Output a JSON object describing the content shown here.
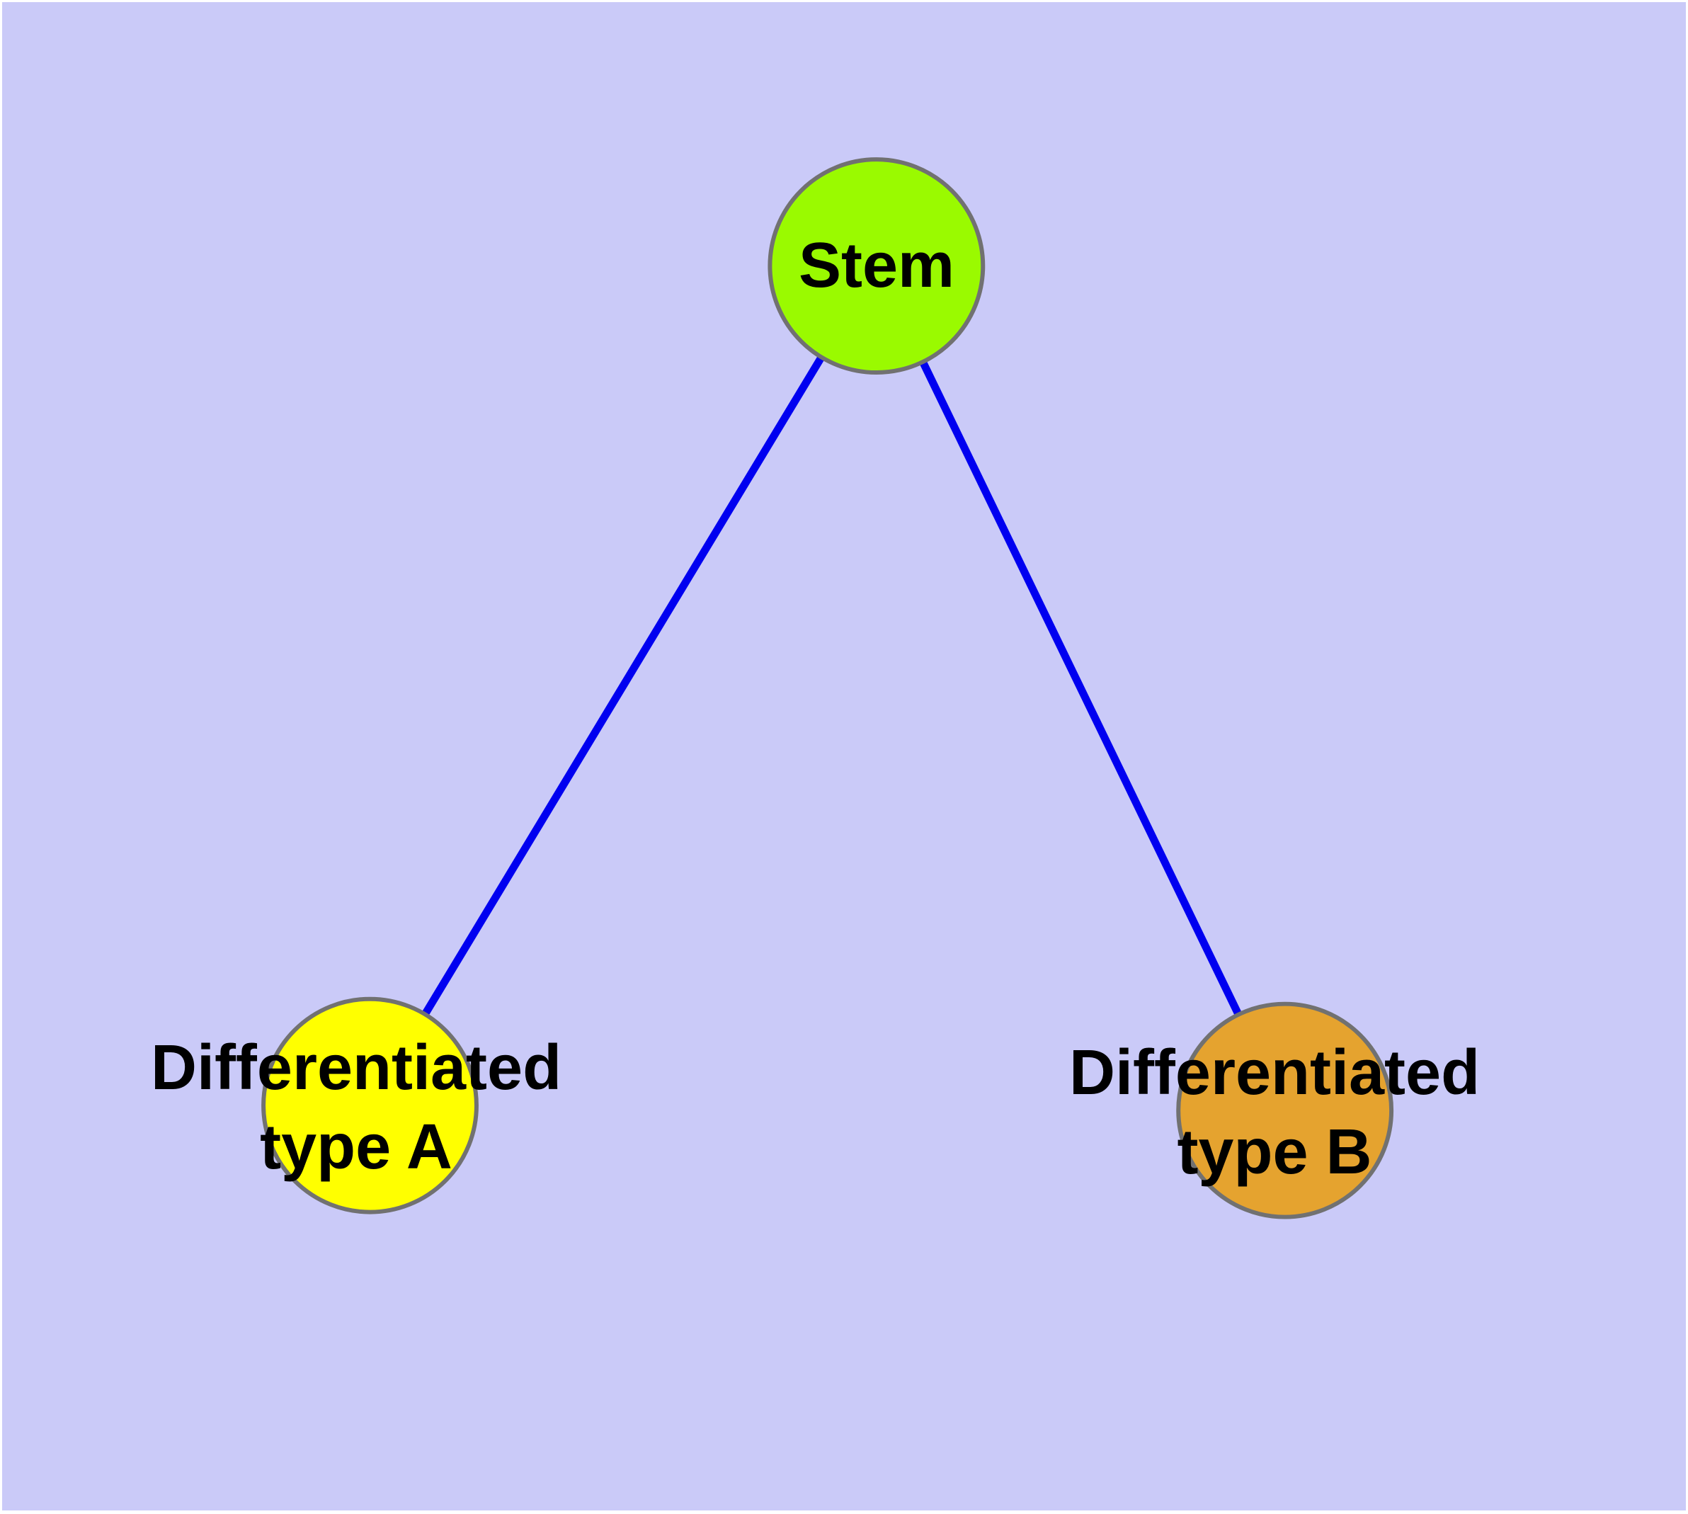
{
  "figure": {
    "type": "graph-diagram",
    "description": "Stem cell differentiation tree with one root node and two differentiated child nodes",
    "background_color": "#cacaf8",
    "margin_color": "#ffffff"
  },
  "graph": {
    "edge_color": "#0000f0",
    "node_border_color": "#717171",
    "label_color": "#000000",
    "nodes": [
      {
        "id": "stem",
        "label": "Stem",
        "fill": "#9afa00"
      },
      {
        "id": "diff-a",
        "label_line1": "Differentiated",
        "label_line2": "type A",
        "fill": "#ffff00"
      },
      {
        "id": "diff-b",
        "label_line1": "Differentiated",
        "label_line2": "type B",
        "fill": "#e5a32f"
      }
    ],
    "edges": [
      {
        "from": "stem",
        "to": "diff-a"
      },
      {
        "from": "stem",
        "to": "diff-b"
      }
    ]
  }
}
